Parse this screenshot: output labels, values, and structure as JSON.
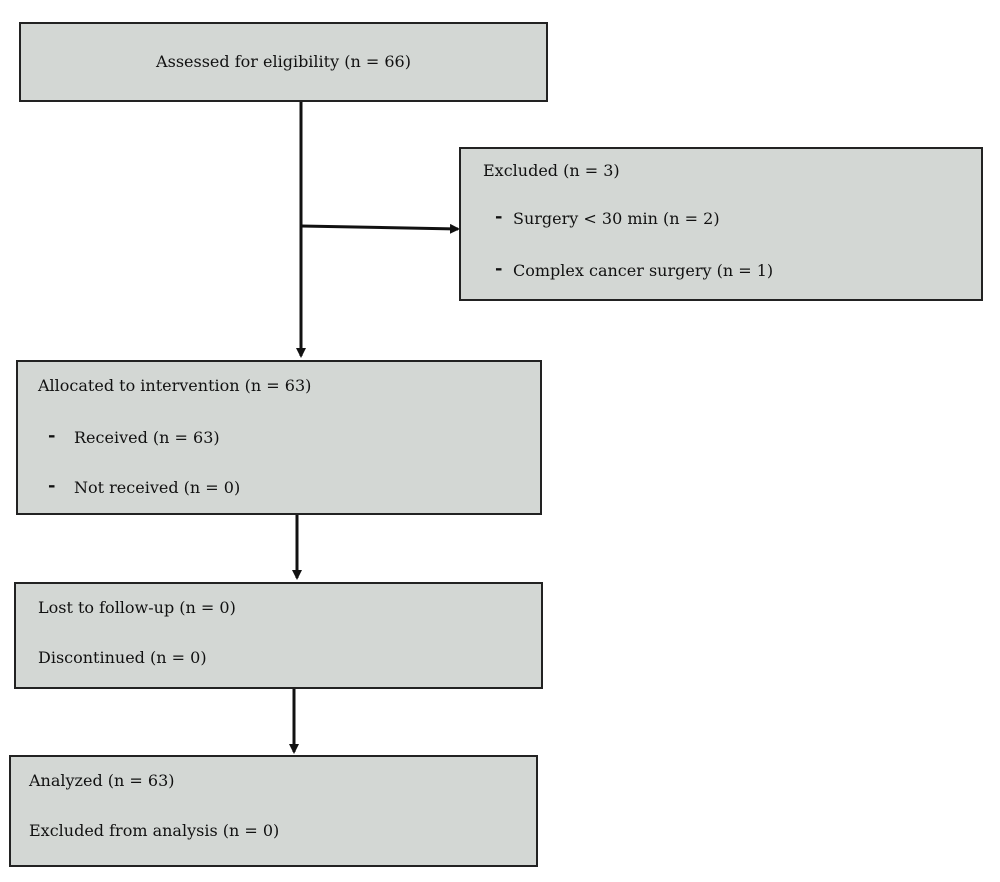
{
  "boxes": {
    "assessed": {
      "text": "Assessed for eligibility (n = 66)"
    },
    "excluded": {
      "title": "Excluded (n = 3)",
      "items": [
        "Surgery < 30 min (n = 2)",
        "Complex cancer surgery (n = 1)"
      ],
      "bullet": "-"
    },
    "allocated": {
      "title": "Allocated to intervention (n = 63)",
      "items": [
        "Received (n = 63)",
        "Not received (n = 0)"
      ],
      "bullet": "-"
    },
    "followup": {
      "lines": [
        "Lost to follow-up (n = 0)",
        "Discontinued (n = 0)"
      ]
    },
    "analysis": {
      "lines": [
        "Analyzed (n = 63)",
        "Excluded from analysis (n = 0)"
      ]
    }
  },
  "colors": {
    "box_fill": "#d3d7d4",
    "border": "#222222",
    "arrow": "#111111"
  }
}
